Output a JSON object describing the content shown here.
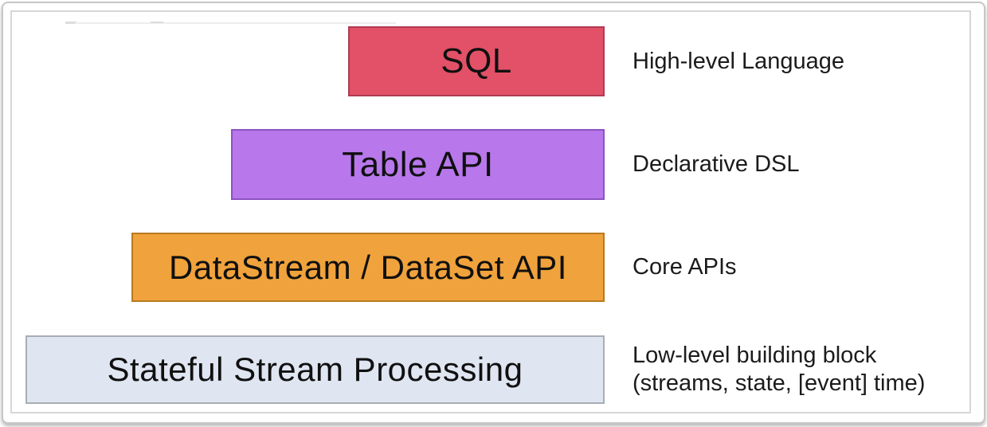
{
  "diagram": {
    "type": "layered-stack",
    "stack": {
      "layers": [
        {
          "id": "sql",
          "label": "SQL",
          "annotation_lines": [
            "High-level Language"
          ],
          "fill": "#e25167",
          "border_color": "#b03a52"
        },
        {
          "id": "table-api",
          "label": "Table API",
          "annotation_lines": [
            "Declarative DSL"
          ],
          "fill": "#b878ec",
          "border_color": "#8d52c0"
        },
        {
          "id": "datastream-dataset-api",
          "label": "DataStream / DataSet API",
          "annotation_lines": [
            "Core APIs"
          ],
          "fill": "#f0a23c",
          "border_color": "#b8791f"
        },
        {
          "id": "stateful-stream-processing",
          "label": "Stateful Stream Processing",
          "annotation_lines": [
            "Low-level building block",
            "(streams, state, [event] time)"
          ],
          "fill": "#dfe5f1",
          "border_color": "#a8adb5"
        }
      ]
    },
    "frame_colors": {
      "outer_border": "#c7c7c7",
      "inner_border": "#d6d6d6",
      "background": "#ffffff",
      "text": "#1b1b1b"
    }
  }
}
